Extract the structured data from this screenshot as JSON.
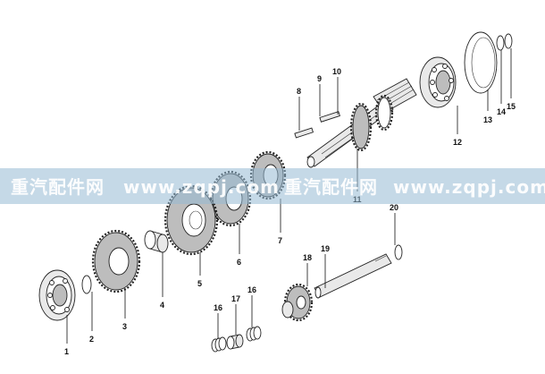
{
  "watermark": {
    "segments": [
      "重汽配件网",
      "www.zqpj.com",
      "重汽配件网",
      "www.zqpj.com"
    ],
    "band_color": "#96b9d4"
  },
  "callouts": {
    "c1": "1",
    "c2": "2",
    "c3": "3",
    "c4": "4",
    "c5": "5",
    "c6": "6",
    "c7": "7",
    "c8": "8",
    "c9": "9",
    "c10": "10",
    "c11": "11",
    "c12": "12",
    "c13": "13",
    "c14": "14",
    "c15": "15",
    "c16a": "16",
    "c16b": "16",
    "c17": "17",
    "c18": "18",
    "c19": "19",
    "c20": "20"
  }
}
